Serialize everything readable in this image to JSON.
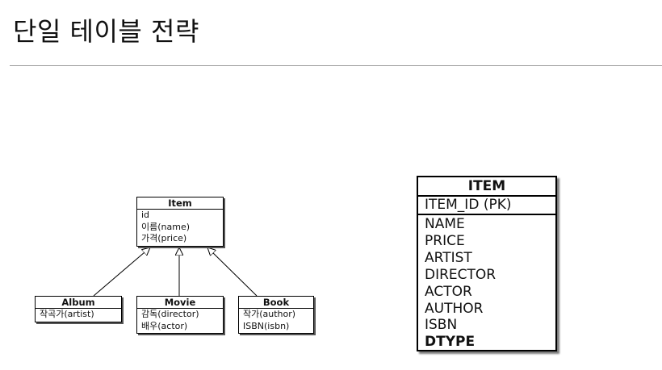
{
  "title": "단일 테이블 전략",
  "class_diagram": {
    "parent": {
      "name": "Item",
      "attributes": [
        "id",
        "이름(name)",
        "가격(price)"
      ]
    },
    "children": [
      {
        "name": "Album",
        "attributes": [
          "작곡가(artist)"
        ]
      },
      {
        "name": "Movie",
        "attributes": [
          "감독(director)",
          "배우(actor)"
        ]
      },
      {
        "name": "Book",
        "attributes": [
          "작가(author)",
          "ISBN(isbn)"
        ]
      }
    ],
    "relation": "inheritance"
  },
  "table": {
    "name": "ITEM",
    "primary_key": "ITEM_ID (PK)",
    "columns": [
      {
        "label": "NAME"
      },
      {
        "label": "PRICE"
      },
      {
        "label": "ARTIST"
      },
      {
        "label": "DIRECTOR"
      },
      {
        "label": "ACTOR"
      },
      {
        "label": "AUTHOR"
      },
      {
        "label": "ISBN"
      },
      {
        "label": "DTYPE",
        "bold": true
      }
    ]
  }
}
